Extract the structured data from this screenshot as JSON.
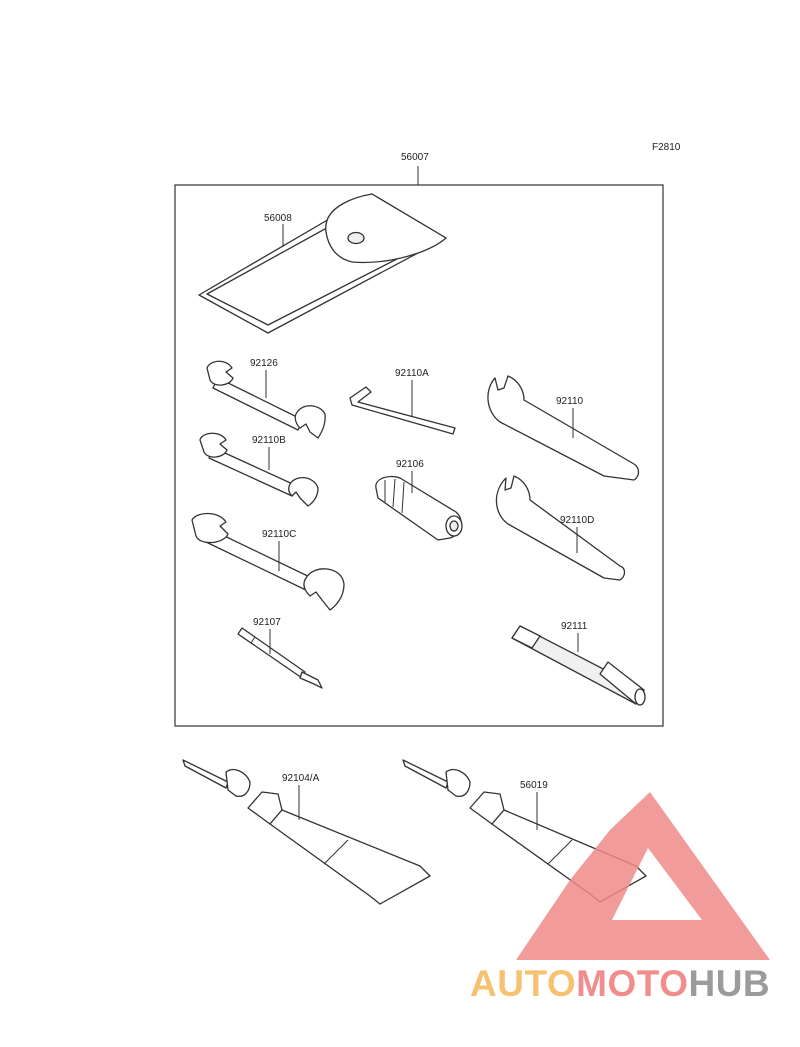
{
  "figure_code": "F2810",
  "parts": {
    "kit": "56007",
    "pouch": "56008",
    "wrench_small": "92126",
    "hex_key": "92110A",
    "spanner_hook": "92110",
    "wrench_b": "92110B",
    "plug_tool": "92106",
    "spanner_d": "92110D",
    "wrench_c": "92110C",
    "screwdriver_bit": "92107",
    "extension_bar": "92111",
    "tube_left": "92104/A",
    "tube_right": "56019"
  },
  "watermark": {
    "part1": "AUTO",
    "part2": "MOTO",
    "part3": "HUB",
    "colors": {
      "auto": "#f5b85a",
      "moto": "#f07a7a",
      "hub": "#8a8a8a",
      "triangle": "#f08a8a"
    }
  }
}
